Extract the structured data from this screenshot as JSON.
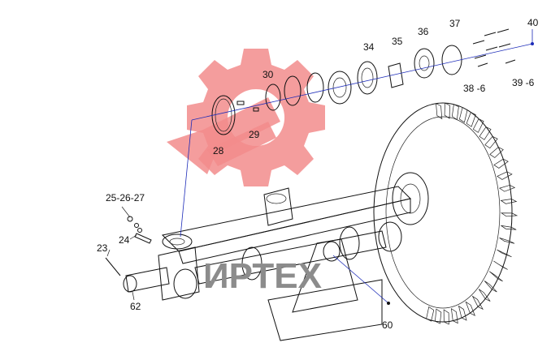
{
  "watermark": {
    "text": "ИРТЕХ",
    "color": "#f28c8c"
  },
  "colors": {
    "leader_lines": "#1c2bb8",
    "outline": "#111111"
  },
  "callouts": [
    {
      "id": "c28",
      "label": "28"
    },
    {
      "id": "c29",
      "label": "29"
    },
    {
      "id": "c30",
      "label": "30"
    },
    {
      "id": "c34",
      "label": "34"
    },
    {
      "id": "c35",
      "label": "35"
    },
    {
      "id": "c36",
      "label": "36"
    },
    {
      "id": "c37",
      "label": "37"
    },
    {
      "id": "c38",
      "label": "38 -6"
    },
    {
      "id": "c39",
      "label": "39 -6"
    },
    {
      "id": "c40",
      "label": "40"
    },
    {
      "id": "c25",
      "label": "25-26-27"
    },
    {
      "id": "c24",
      "label": "24"
    },
    {
      "id": "c23",
      "label": "23"
    },
    {
      "id": "c62",
      "label": "62"
    },
    {
      "id": "c60",
      "label": "60"
    }
  ]
}
